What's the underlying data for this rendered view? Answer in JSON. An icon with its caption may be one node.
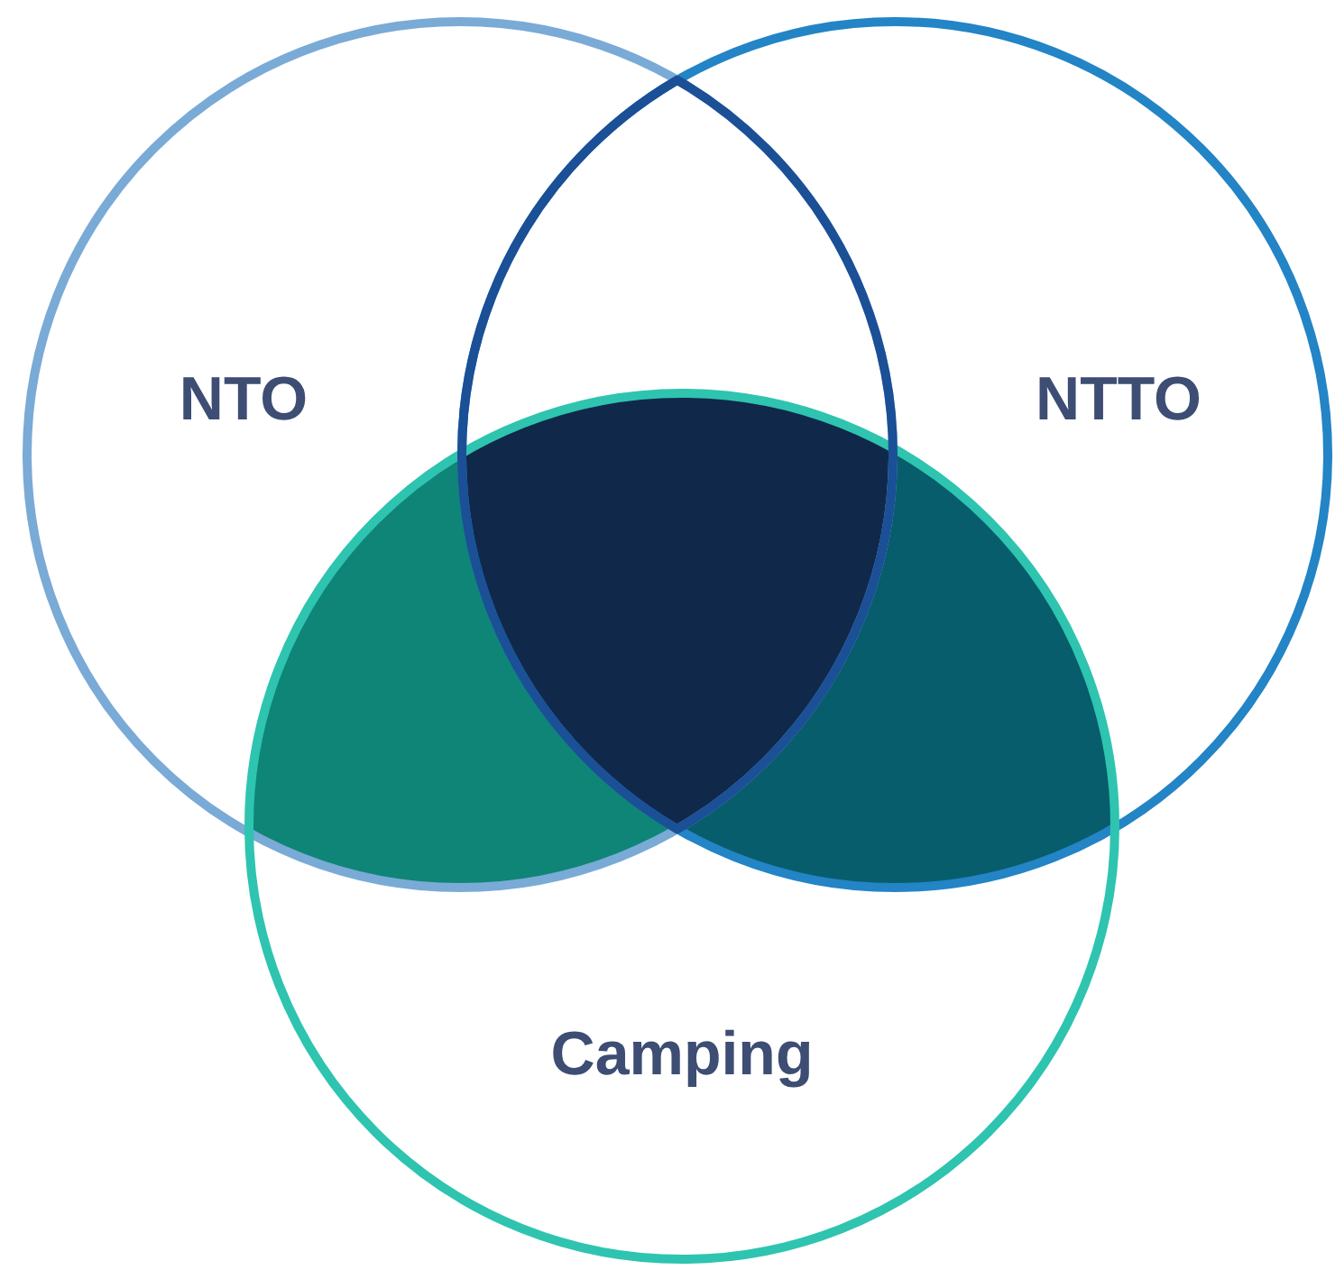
{
  "diagram": {
    "nodes": [
      {
        "text": [
          "NTO"
        ]
      },
      {
        "text": [
          "NTTO"
        ]
      },
      {
        "text": [
          "Camping"
        ]
      }
    ]
  }
}
